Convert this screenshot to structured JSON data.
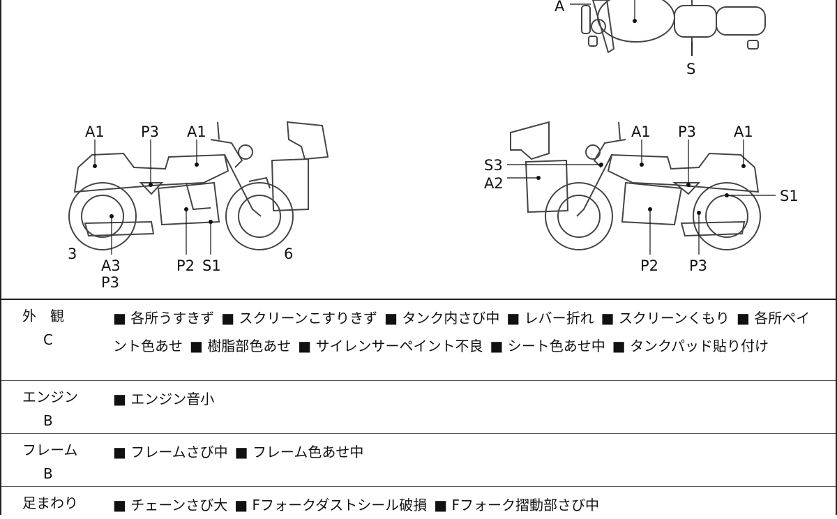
{
  "diagram": {
    "top_view": {
      "A": "A",
      "S": "S"
    },
    "left_side": {
      "A1a": "A1",
      "P3": "P3",
      "A1b": "A1",
      "n3": "3",
      "A3": "A3",
      "P3b": "P3",
      "P2": "P2",
      "S1": "S1",
      "n6": "6"
    },
    "right_side": {
      "A1a": "A1",
      "P3": "P3",
      "A1b": "A1",
      "S3": "S3",
      "A2": "A2",
      "S1": "S1",
      "P2": "P2",
      "P3b": "P3"
    }
  },
  "condition": [
    {
      "category": "外　観",
      "grade": "C",
      "items": [
        "各所うすきず",
        "スクリーンこすりきず",
        "タンク内さび中",
        "レバー折れ",
        "スクリーンくもり",
        "各所ペイント色あせ",
        "樹脂部色あせ",
        "サイレンサーペイント不良",
        "シート色あせ中",
        "タンクパッド貼り付け"
      ]
    },
    {
      "category": "エンジン",
      "grade": "B",
      "items": [
        "エンジン音小"
      ]
    },
    {
      "category": "フレーム",
      "grade": "B",
      "items": [
        "フレームさび中",
        "フレーム色あせ中"
      ]
    },
    {
      "category": "足まわり",
      "grade": "",
      "items": [
        "チェーンさび大",
        "Fフォークダストシール破損",
        "Fフォーク摺動部さび中"
      ]
    }
  ]
}
